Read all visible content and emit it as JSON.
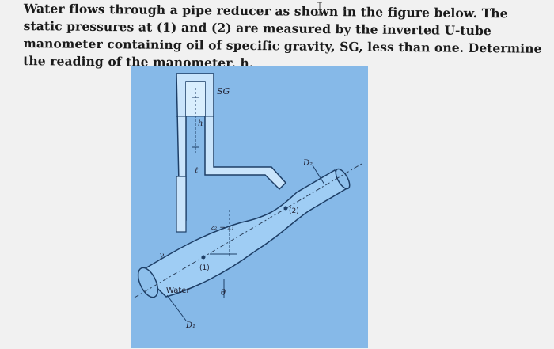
{
  "problem": {
    "text": "Water flows through a pipe reducer as shown in the figure below. The static pressures at (1) and (2) are measured by the inverted U-tube manometer containing oil of specific gravity, SG, less than one. Determine the reading of the manometer, h."
  },
  "figure": {
    "labels": {
      "sg": "SG",
      "h": "h",
      "l": "ℓ",
      "d2": "D₂",
      "point2": "(2)",
      "z_diff": "z₂ − z₁",
      "gamma": "γ",
      "point1": "(1)",
      "water": "Water",
      "theta": "θ",
      "d1": "D₁"
    },
    "colors": {
      "background": "#86b9e8",
      "pipe_fill": "#9fcdf4",
      "pipe_stroke": "#1d3e66",
      "oil": "#c9e4fb",
      "dashed": "#2a3f5a"
    }
  }
}
